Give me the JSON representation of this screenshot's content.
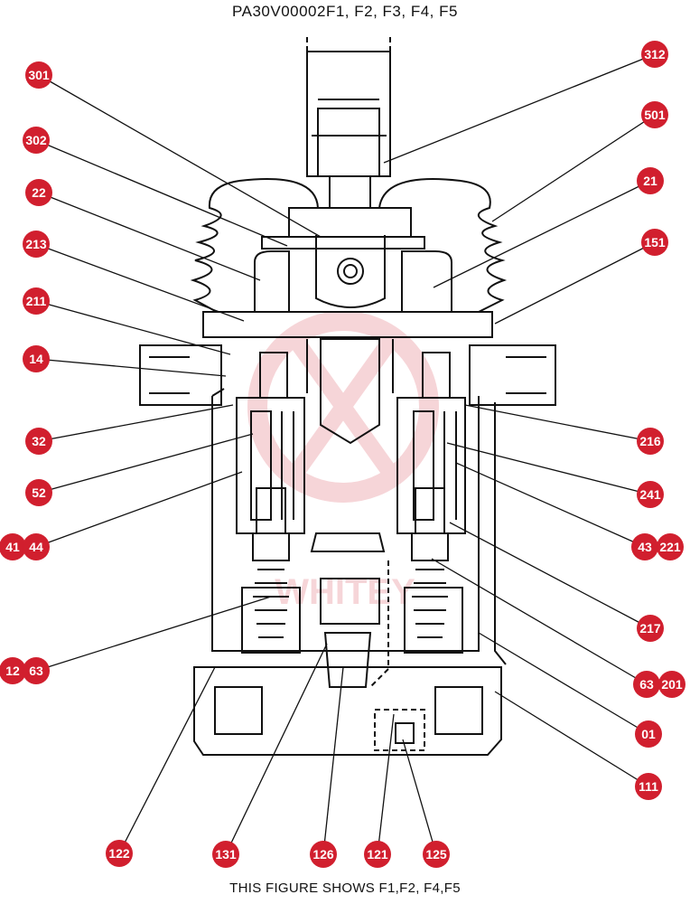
{
  "diagram": {
    "title": "PA30V00002F1, F2, F3, F4, F5",
    "caption": "THIS FIGURE SHOWS  F1,F2, F4,F5",
    "watermark": "WHITEY",
    "callout_color": "#d11f2e",
    "callouts": [
      {
        "id": "c301",
        "label": "301"
      },
      {
        "id": "c312",
        "label": "312"
      },
      {
        "id": "c302",
        "label": "302"
      },
      {
        "id": "c501",
        "label": "501"
      },
      {
        "id": "c22",
        "label": "22"
      },
      {
        "id": "c21",
        "label": "21"
      },
      {
        "id": "c213",
        "label": "213"
      },
      {
        "id": "c151",
        "label": "151"
      },
      {
        "id": "c211",
        "label": "211"
      },
      {
        "id": "c14",
        "label": "14"
      },
      {
        "id": "c32",
        "label": "32"
      },
      {
        "id": "c216",
        "label": "216"
      },
      {
        "id": "c52",
        "label": "52"
      },
      {
        "id": "c241",
        "label": "241"
      },
      {
        "id": "c41",
        "label": "41"
      },
      {
        "id": "c44",
        "label": "44"
      },
      {
        "id": "c43",
        "label": "43"
      },
      {
        "id": "c221",
        "label": "221"
      },
      {
        "id": "c217",
        "label": "217"
      },
      {
        "id": "c12",
        "label": "12"
      },
      {
        "id": "c63L",
        "label": "63"
      },
      {
        "id": "c63R",
        "label": "63"
      },
      {
        "id": "c201",
        "label": "201"
      },
      {
        "id": "c01",
        "label": "01"
      },
      {
        "id": "c111",
        "label": "111"
      },
      {
        "id": "c122",
        "label": "122"
      },
      {
        "id": "c131",
        "label": "131"
      },
      {
        "id": "c126",
        "label": "126"
      },
      {
        "id": "c121",
        "label": "121"
      },
      {
        "id": "c125",
        "label": "125"
      }
    ]
  }
}
